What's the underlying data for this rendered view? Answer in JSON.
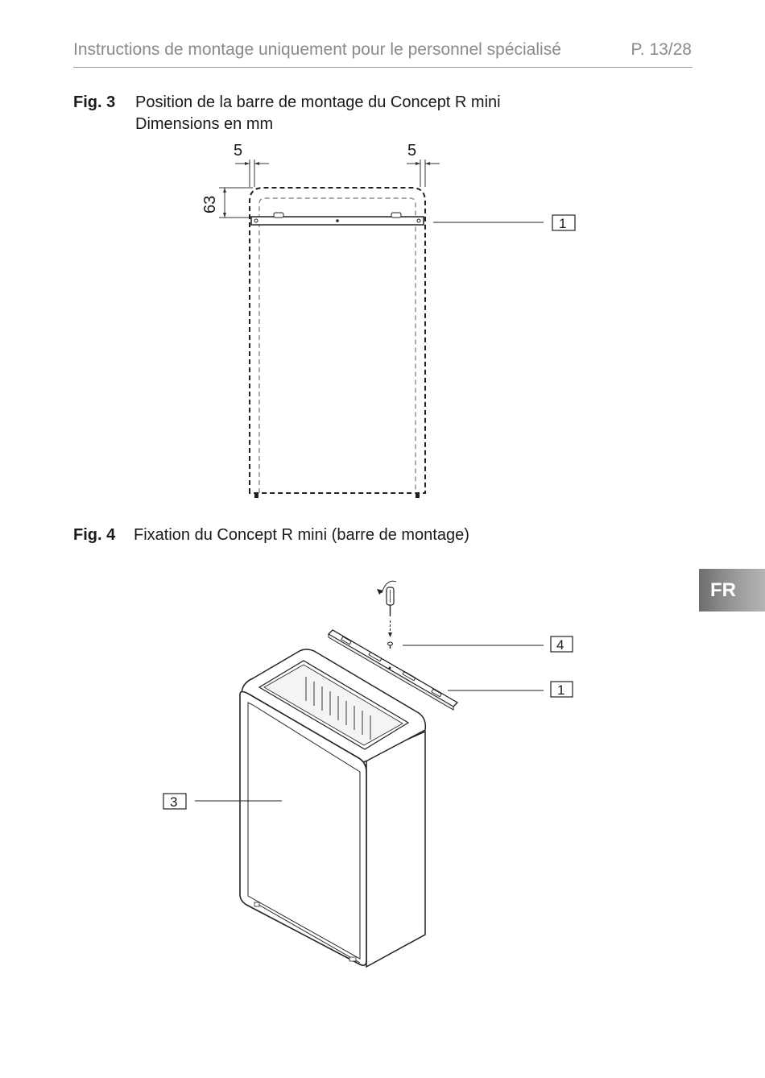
{
  "header": {
    "title": "Instructions de montage uniquement pour le personnel spécialisé",
    "page": "P. 13/28"
  },
  "fig3": {
    "label": "Fig. 3",
    "title_line1": "Position de la barre de montage du Concept R mini",
    "title_line2": "Dimensions en mm",
    "dim_left": "5",
    "dim_right": "5",
    "dim_height": "63",
    "callout_bar": "1"
  },
  "fig4": {
    "label": "Fig. 4",
    "title": "Fixation du Concept R mini (barre de montage)",
    "callout_screw": "4",
    "callout_bar": "1",
    "callout_unit": "3"
  },
  "language_tab": "FR"
}
